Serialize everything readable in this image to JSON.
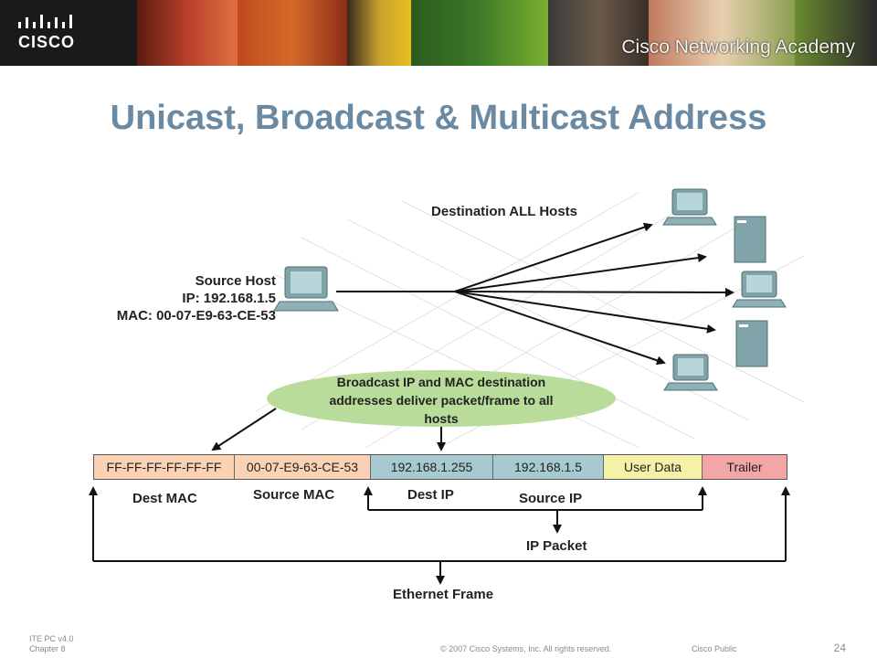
{
  "banner": {
    "logo_text": "CISCO",
    "academy_text": "Cisco Networking Academy"
  },
  "slide": {
    "title": "Unicast, Broadcast & Multicast Address"
  },
  "diagram": {
    "destination_label": "Destination ALL Hosts",
    "source_host": {
      "line1": "Source Host",
      "line2": "IP: 192.168.1.5",
      "line3": "MAC: 00-07-E9-63-CE-53"
    },
    "bubble": {
      "line1": "Broadcast IP and MAC destination",
      "line2": "addresses deliver packet/frame to all",
      "line3": "hosts"
    },
    "fields": [
      {
        "label": "FF-FF-FF-FF-FF-FF",
        "color": "#fbd2b4"
      },
      {
        "label": "00-07-E9-63-CE-53",
        "color": "#fbd2b4"
      },
      {
        "label": "192.168.1.255",
        "color": "#a6cad0"
      },
      {
        "label": "192.168.1.5",
        "color": "#a6cad0"
      },
      {
        "label": "User Data",
        "color": "#f5f1a6"
      },
      {
        "label": "Trailer",
        "color": "#f4a6a6"
      }
    ],
    "labels": {
      "dest_mac": "Dest MAC",
      "source_mac": "Source MAC",
      "dest_ip": "Dest IP",
      "source_ip": "Source IP",
      "ip_packet": "IP Packet",
      "ethernet_frame": "Ethernet Frame"
    }
  },
  "footer": {
    "course": "ITE PC v4.0",
    "chapter": "Chapter 8",
    "copyright": "© 2007 Cisco Systems, Inc. All rights reserved.",
    "classification": "Cisco Public",
    "page": "24"
  }
}
